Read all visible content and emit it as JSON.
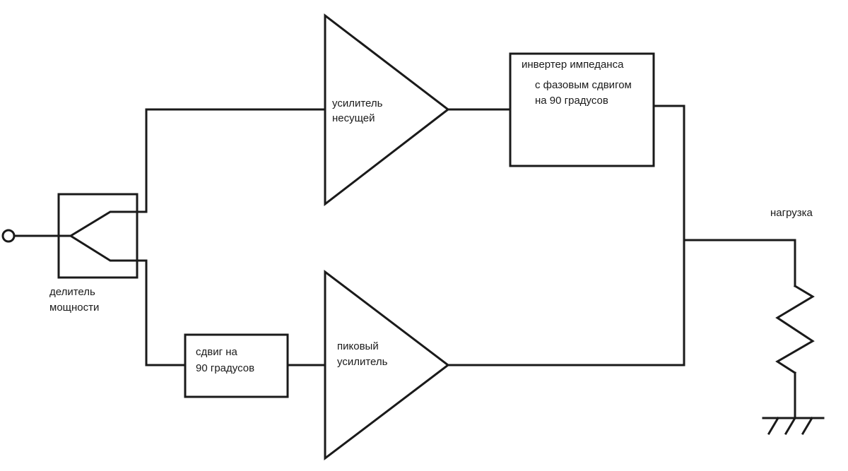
{
  "labels": {
    "carrier_amp": [
      "усилитель",
      "несущей"
    ],
    "impedance_inverter": [
      "инвертер импеданса",
      "с фазовым сдвигом",
      "на 90 градусов"
    ],
    "load": "нагрузка",
    "power_divider": [
      "делитель",
      "мощности"
    ],
    "phase_shift": [
      "сдвиг на",
      "90 градусов"
    ],
    "peak_amp": [
      "пиковый",
      "усилитель"
    ]
  },
  "colors": {
    "line": "#1a1a1a",
    "background": "#ffffff"
  },
  "icons": {
    "input_port": "input-terminal-icon",
    "divider": "power-divider-symbol-icon",
    "carrier_amp": "amplifier-triangle-icon",
    "peak_amp": "amplifier-triangle-icon",
    "load": "resistor-icon",
    "ground": "ground-icon"
  }
}
